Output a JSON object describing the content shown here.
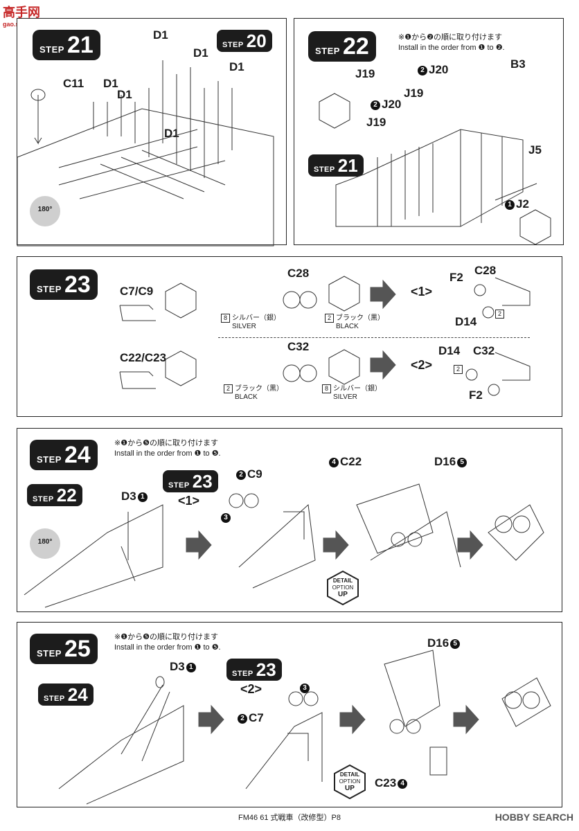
{
  "watermark_top": {
    "title": "高手网",
    "sub": "gao.shou.com"
  },
  "watermark_bottom": "HOBBY SEARCH",
  "footer": "FM46 61 式戦車（改修型）P8",
  "step_word": "STEP",
  "step21": {
    "number": "21",
    "ref_step": "20",
    "rotate": "180°",
    "parts": [
      "C11",
      "D1",
      "D1",
      "D1",
      "D1",
      "D1",
      "D1"
    ]
  },
  "step22": {
    "number": "22",
    "note_jp": "※❶から❷の順に取り付けます",
    "note_en": "Install in the order from ❶ to ❷.",
    "ref_step": "21",
    "parts": {
      "j19a": "J19",
      "j20a": "J20",
      "b3": "B3",
      "j19b": "J19",
      "j20b": "J20",
      "j19c": "J19",
      "j5": "J5",
      "j2": "J2"
    },
    "order": {
      "j20a": "2",
      "j20b": "2",
      "j2": "1"
    }
  },
  "step23": {
    "number": "23",
    "row1": {
      "part_left": "C7/C9",
      "part_mid": "C28",
      "paint_left_num": "8",
      "paint_left_jp": "シルバー（銀）",
      "paint_left_en": "SILVER",
      "paint_right_num": "2",
      "paint_right_jp": "ブラック（黒）",
      "paint_right_en": "BLACK",
      "sub": "<1>",
      "f": "F2",
      "c": "C28",
      "d": "D14",
      "d_paint": "2"
    },
    "row2": {
      "part_left": "C22/C23",
      "part_mid": "C32",
      "paint_left_num": "2",
      "paint_left_jp": "ブラック（黒）",
      "paint_left_en": "BLACK",
      "paint_right_num": "8",
      "paint_right_jp": "シルバー（銀）",
      "paint_right_en": "SILVER",
      "sub": "<2>",
      "d": "D14",
      "d_paint": "2",
      "c": "C32",
      "f": "F2"
    }
  },
  "step24": {
    "number": "24",
    "note_jp": "※❶から❺の順に取り付けます",
    "note_en": "Install in the order from ❶ to ❺.",
    "ref_step": "22",
    "rotate": "180°",
    "ref_step2": "23",
    "ref_sub": "<1>",
    "d3": "D3",
    "d3_n": "1",
    "c9": "C9",
    "c9_n": "2",
    "n3": "3",
    "c22": "C22",
    "c22_n": "4",
    "d16": "D16",
    "d16_n": "5",
    "detail": [
      "DETAIL",
      "OPTION",
      "UP"
    ]
  },
  "step25": {
    "number": "25",
    "note_jp": "※❶から❺の順に取り付けます",
    "note_en": "Install in the order from ❶ to ❺.",
    "ref_step": "24",
    "ref_step2": "23",
    "ref_sub": "<2>",
    "d3": "D3",
    "d3_n": "1",
    "c7": "C7",
    "c7_n": "2",
    "n3": "3",
    "d16": "D16",
    "d16_n": "5",
    "c23": "C23",
    "c23_n": "4",
    "detail": [
      "DETAIL",
      "OPTION",
      "UP"
    ]
  }
}
